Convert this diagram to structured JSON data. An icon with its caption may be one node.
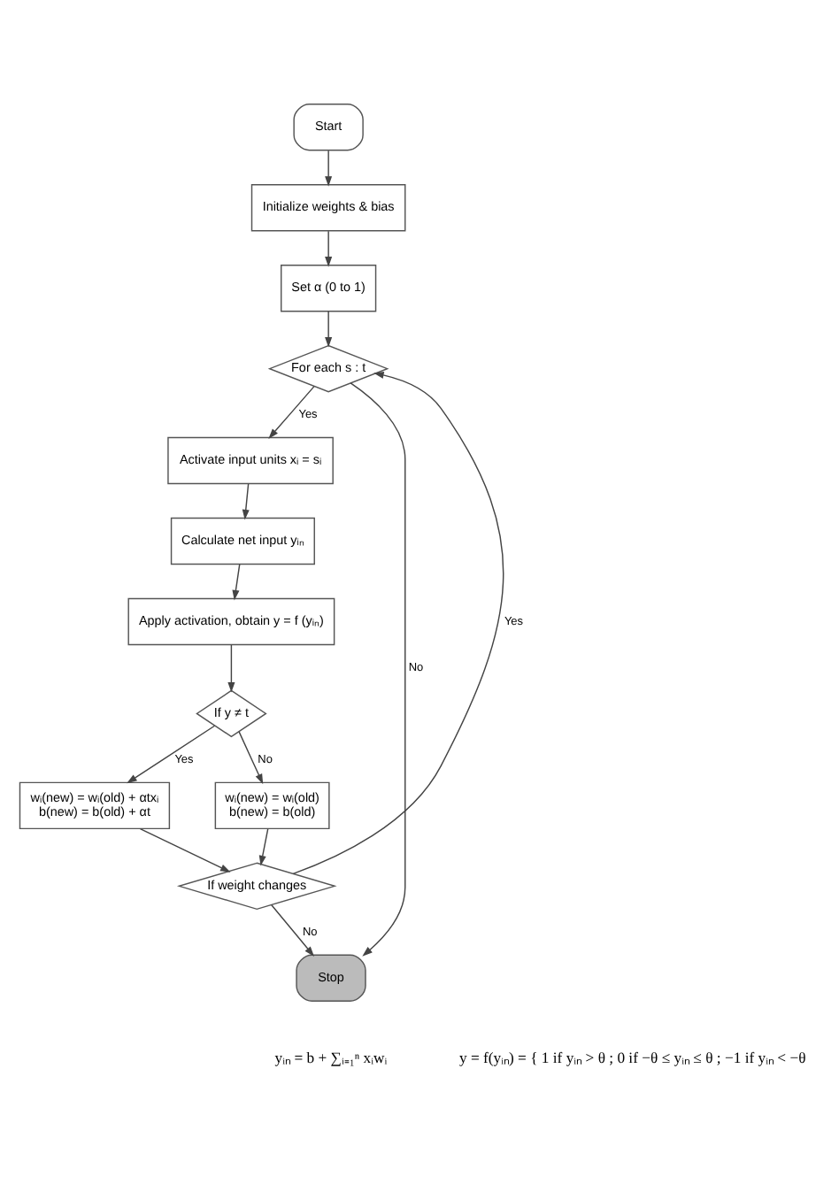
{
  "diagram": {
    "nodes": [
      {
        "text": [
          "Start"
        ]
      },
      {
        "text": [
          "Initialize weights & bias"
        ]
      },
      {
        "text": [
          "Set α (0 to 1)"
        ]
      },
      {
        "text": [
          "For each s : t"
        ]
      },
      {
        "text": [
          "Activate input units xᵢ = sᵢ"
        ]
      },
      {
        "text": [
          "Calculate net input yᵢₙ"
        ]
      },
      {
        "text": [
          "Apply activation, obtain y = f (yᵢₙ)"
        ]
      },
      {
        "text": [
          "If y ≠ t"
        ]
      },
      {
        "text": [
          "wᵢ(new) = wᵢ(old) + αtxᵢ",
          "b(new) = b(old) + αt"
        ]
      },
      {
        "text": [
          "wᵢ(new) = wᵢ(old)",
          "b(new) = b(old)"
        ]
      },
      {
        "text": [
          "If weight changes"
        ]
      },
      {
        "text": [
          "Stop"
        ]
      }
    ],
    "edges": [
      {
        "from": 0,
        "to": 1,
        "arrow": "to"
      },
      {
        "from": 1,
        "to": 2,
        "arrow": "to"
      },
      {
        "from": 2,
        "to": 3,
        "arrow": "to"
      },
      {
        "from": 3,
        "to": 4,
        "arrow": "to",
        "label": "Yes"
      },
      {
        "from": 4,
        "to": 5,
        "arrow": "to"
      },
      {
        "from": 5,
        "to": 6,
        "arrow": "to"
      },
      {
        "from": 6,
        "to": 7,
        "arrow": "to"
      },
      {
        "from": 7,
        "to": 8,
        "arrow": "to",
        "label": "Yes"
      },
      {
        "from": 7,
        "to": 9,
        "arrow": "to",
        "label": "No"
      },
      {
        "from": 8,
        "to": 10,
        "arrow": "to"
      },
      {
        "from": 9,
        "to": 10,
        "arrow": "to"
      },
      {
        "from": 10,
        "to": 3,
        "arrow": "to",
        "label": "Yes"
      },
      {
        "from": 10,
        "to": 11,
        "arrow": "to",
        "label": "No"
      },
      {
        "from": 3,
        "to": 11,
        "arrow": "to",
        "label": "No"
      }
    ],
    "labels": [
      "yᵢₙ = b + ∑ᵢ₌₁ⁿ xᵢwᵢ",
      "y = f(yᵢₙ) = { 1 if yᵢₙ > θ ; 0 if −θ ≤ yᵢₙ ≤ θ ; −1 if yᵢₙ < −θ"
    ]
  }
}
